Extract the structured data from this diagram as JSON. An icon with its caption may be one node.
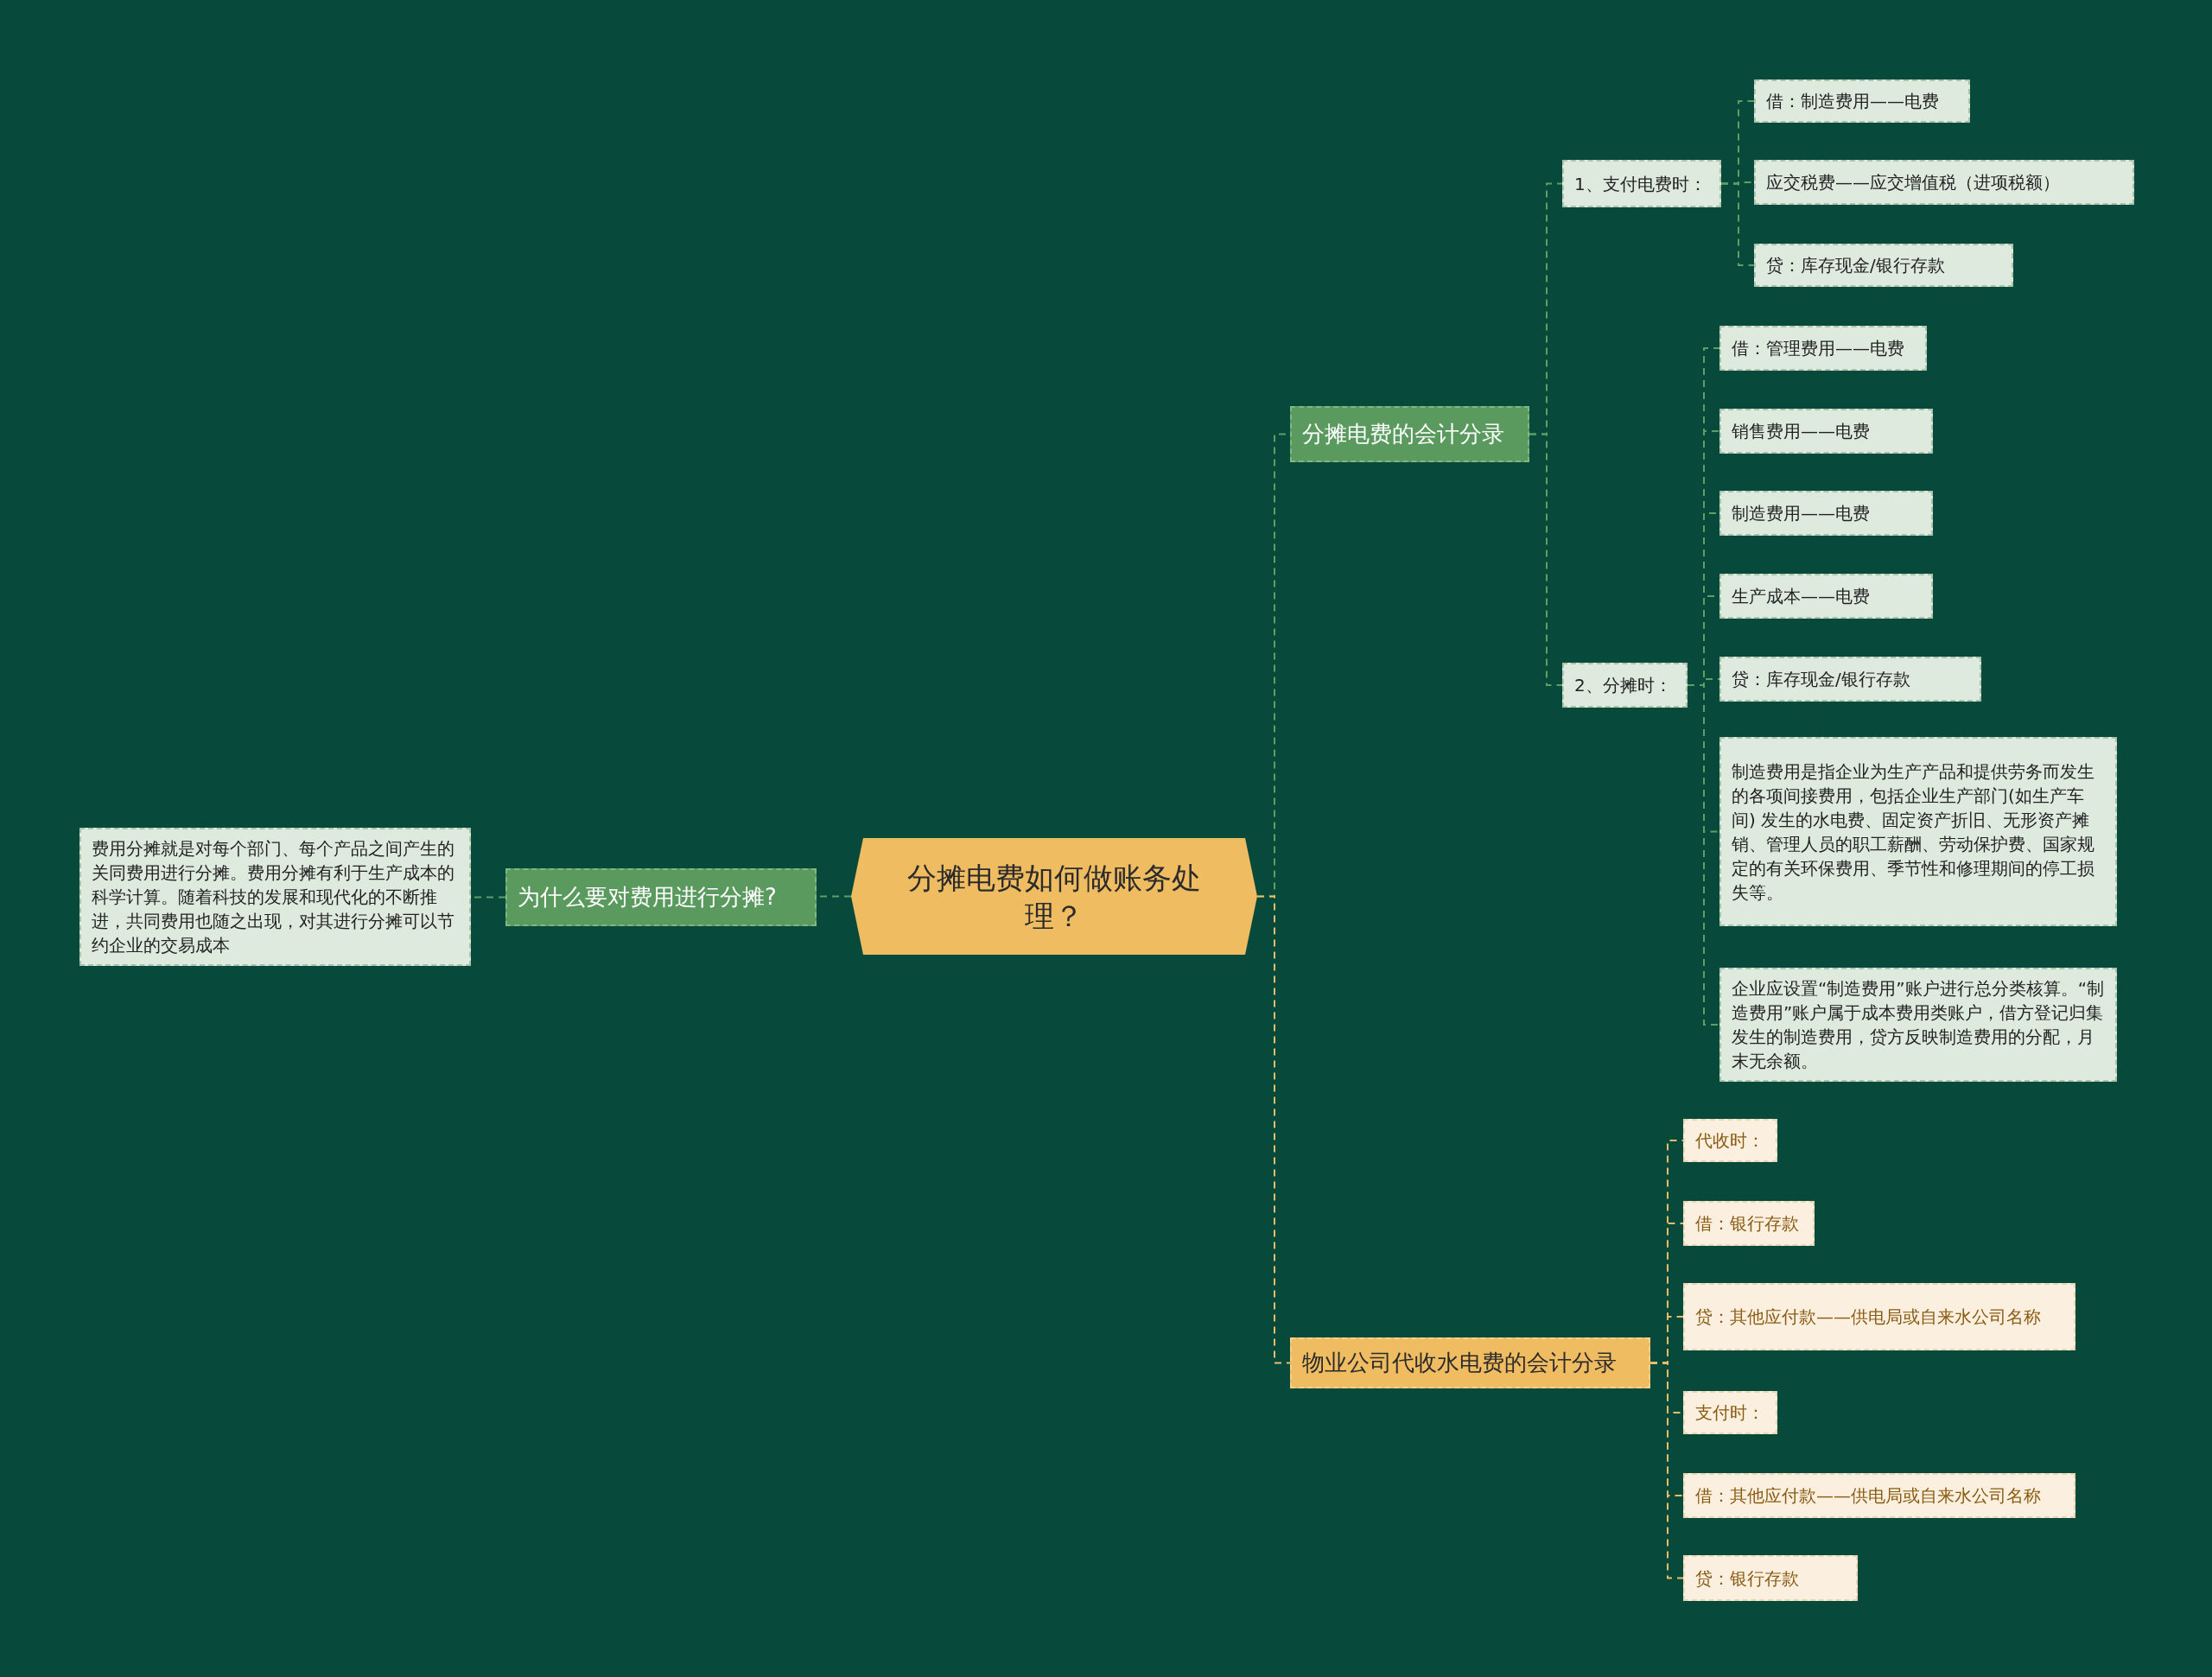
{
  "diagram": {
    "nodes": [
      {
        "text": [
          "分摊电费如何做账务处理？"
        ]
      },
      {
        "text": [
          "为什么要对费用进行分摊?"
        ]
      },
      {
        "text": [
          "费用分摊就是对每个部门、每个产品之间产生的关同费用进行分摊。费用分摊有利于生产成本的科学计算。随着科技的发展和现代化的不断推进，共同费用也随之出现，对其进行分摊可以节约企业的交易成本"
        ]
      },
      {
        "text": [
          "分摊电费的会计分录"
        ]
      },
      {
        "text": [
          "1、支付电费时："
        ]
      },
      {
        "text": [
          "借：制造费用——电费"
        ]
      },
      {
        "text": [
          "应交税费——应交增值税（进项税额）"
        ]
      },
      {
        "text": [
          "贷：库存现金/银行存款"
        ]
      },
      {
        "text": [
          "2、分摊时："
        ]
      },
      {
        "text": [
          "借：管理费用——电费"
        ]
      },
      {
        "text": [
          "销售费用——电费"
        ]
      },
      {
        "text": [
          "制造费用——电费"
        ]
      },
      {
        "text": [
          "生产成本——电费"
        ]
      },
      {
        "text": [
          "贷：库存现金/银行存款"
        ]
      },
      {
        "text": [
          "制造费用是指企业为生产产品和提供劳务而发生的各项间接费用，包括企业生产部门(如生产车间) 发生的水电费、固定资产折旧、无形资产摊销、管理人员的职工薪酬、劳动保护费、国家规定的有关环保费用、季节性和修理期间的停工损失等。"
        ]
      },
      {
        "text": [
          "企业应设置“制造费用”账户进行总分类核算。“制造费用”账户属于成本费用类账户，借方登记归集发生的制造费用，贷方反映制造费用的分配，月末无余额。"
        ]
      },
      {
        "text": [
          "物业公司代收水电费的会计分录"
        ]
      },
      {
        "text": [
          "代收时："
        ]
      },
      {
        "text": [
          "借：银行存款"
        ]
      },
      {
        "text": [
          "贷：其他应付款——供电局或自来水公司名称"
        ]
      },
      {
        "text": [
          "支付时："
        ]
      },
      {
        "text": [
          "借：其他应付款——供电局或自来水公司名称"
        ]
      },
      {
        "text": [
          "贷：银行存款"
        ]
      }
    ],
    "edges": [
      {
        "from": 0,
        "to": 1,
        "arrow": "none",
        "style": "dashed"
      },
      {
        "from": 1,
        "to": 2,
        "arrow": "none",
        "style": "dashed"
      },
      {
        "from": 0,
        "to": 3,
        "arrow": "none",
        "style": "dashed"
      },
      {
        "from": 0,
        "to": 16,
        "arrow": "none",
        "style": "dashed",
        "color": "#e9bd6a"
      },
      {
        "from": 3,
        "to": 4,
        "arrow": "none",
        "style": "dashed"
      },
      {
        "from": 3,
        "to": 8,
        "arrow": "none",
        "style": "dashed"
      },
      {
        "from": 4,
        "to": 5,
        "arrow": "none",
        "style": "dashed"
      },
      {
        "from": 4,
        "to": 6,
        "arrow": "none",
        "style": "dashed"
      },
      {
        "from": 4,
        "to": 7,
        "arrow": "none",
        "style": "dashed"
      },
      {
        "from": 8,
        "to": 9,
        "arrow": "none",
        "style": "dashed"
      },
      {
        "from": 8,
        "to": 10,
        "arrow": "none",
        "style": "dashed"
      },
      {
        "from": 8,
        "to": 11,
        "arrow": "none",
        "style": "dashed"
      },
      {
        "from": 8,
        "to": 12,
        "arrow": "none",
        "style": "dashed"
      },
      {
        "from": 8,
        "to": 13,
        "arrow": "none",
        "style": "dashed"
      },
      {
        "from": 8,
        "to": 14,
        "arrow": "none",
        "style": "dashed"
      },
      {
        "from": 8,
        "to": 15,
        "arrow": "none",
        "style": "dashed"
      },
      {
        "from": 16,
        "to": 17,
        "arrow": "none",
        "style": "dashed",
        "color": "#e9bd6a"
      },
      {
        "from": 16,
        "to": 18,
        "arrow": "none",
        "style": "dashed",
        "color": "#e9bd6a"
      },
      {
        "from": 16,
        "to": 19,
        "arrow": "none",
        "style": "dashed",
        "color": "#e9bd6a"
      },
      {
        "from": 16,
        "to": 20,
        "arrow": "none",
        "style": "dashed",
        "color": "#e9bd6a"
      },
      {
        "from": 16,
        "to": 21,
        "arrow": "none",
        "style": "dashed",
        "color": "#e9bd6a"
      },
      {
        "from": 16,
        "to": 22,
        "arrow": "none",
        "style": "dashed",
        "color": "#e9bd6a"
      }
    ]
  }
}
